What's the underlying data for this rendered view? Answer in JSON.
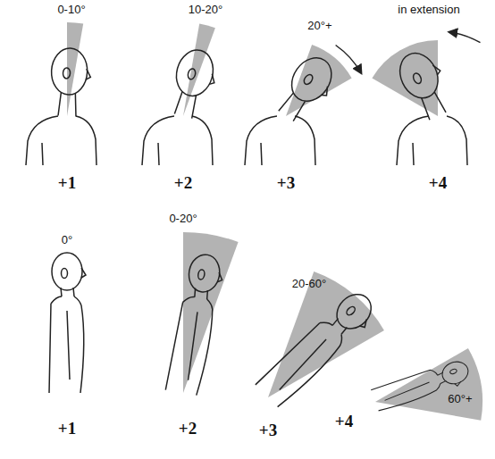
{
  "diagram": {
    "labels": [
      "0-10°",
      "10-20°",
      "20°+",
      "in extension",
      "+1",
      "+2",
      "+3",
      "+4",
      "0°",
      "0-20°",
      "20-60°",
      "60°+",
      "+1",
      "+2",
      "+3",
      "+4"
    ]
  }
}
